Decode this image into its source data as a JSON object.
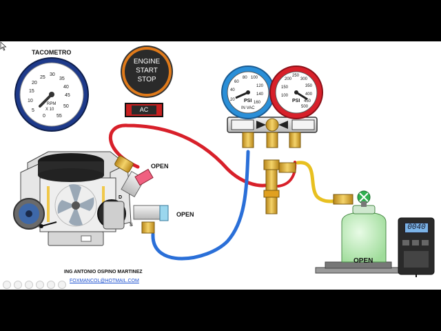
{
  "tachometer": {
    "title": "TACOMETRO",
    "ticks": [
      "0",
      "5",
      "10",
      "15",
      "20",
      "25",
      "30",
      "35",
      "40",
      "45",
      "50",
      "55"
    ],
    "unit_line1": "RPM",
    "unit_line2": "X 10",
    "needle_value": 0
  },
  "engine_button": {
    "line1": "ENGINE",
    "line2": "START",
    "line3": "STOP",
    "ring_color": "#e07a1a"
  },
  "ac_button": {
    "label": "AC",
    "color": "#c82020"
  },
  "manifold": {
    "low_gauge": {
      "ticks": [
        "20",
        "40",
        "60",
        "80",
        "100",
        "120",
        "140",
        "160"
      ],
      "unit": "PSI",
      "vac_label": "IN VAC",
      "ring_color": "#2a8fd8"
    },
    "high_gauge": {
      "ticks": [
        "200",
        "250",
        "300",
        "350",
        "400",
        "450",
        "500",
        "150",
        "100"
      ],
      "unit": "PSI",
      "ring_color": "#d8202a"
    }
  },
  "compressor": {
    "discharge_port": "D",
    "suction_port": "S"
  },
  "valve_labels": {
    "high_side": "OPEN",
    "low_side": "OPEN",
    "tank": "OPEN"
  },
  "scale": {
    "display": "0040"
  },
  "credits": {
    "author": "ING ANTONIO OSPINO MARTINEZ",
    "email": "FOXMANCOL@HOTMAIL.COM"
  },
  "hose_colors": {
    "high": "#d8202a",
    "low": "#2a6fd8",
    "service": "#e8c020"
  },
  "toolbar_icons": [
    "back-icon",
    "forward-icon",
    "pen-icon",
    "link-icon",
    "zoom-icon",
    "more-icon"
  ]
}
